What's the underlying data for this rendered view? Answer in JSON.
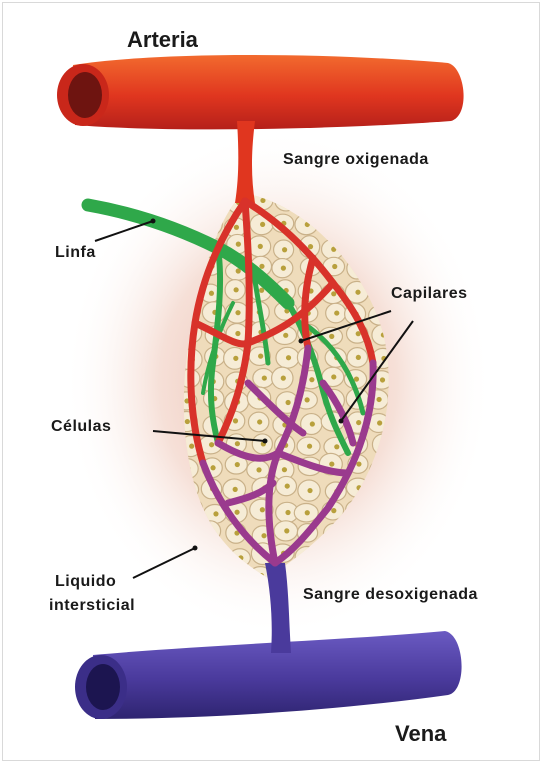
{
  "labels": {
    "arteria": "Arteria",
    "sangre_oxigenada": "Sangre oxigenada",
    "linfa": "Linfa",
    "capilares": "Capilares",
    "celulas": "Células",
    "liquido_intersticial_1": "Liquido",
    "liquido_intersticial_2": "intersticial",
    "sangre_desoxigenada": "Sangre desoxigenada",
    "vena": "Vena"
  },
  "colors": {
    "artery": "#e0361f",
    "vein": "#4a3a9c",
    "lymph": "#2fa84a",
    "cells": "#f3e6c8",
    "halo": "#e8b3a3"
  }
}
